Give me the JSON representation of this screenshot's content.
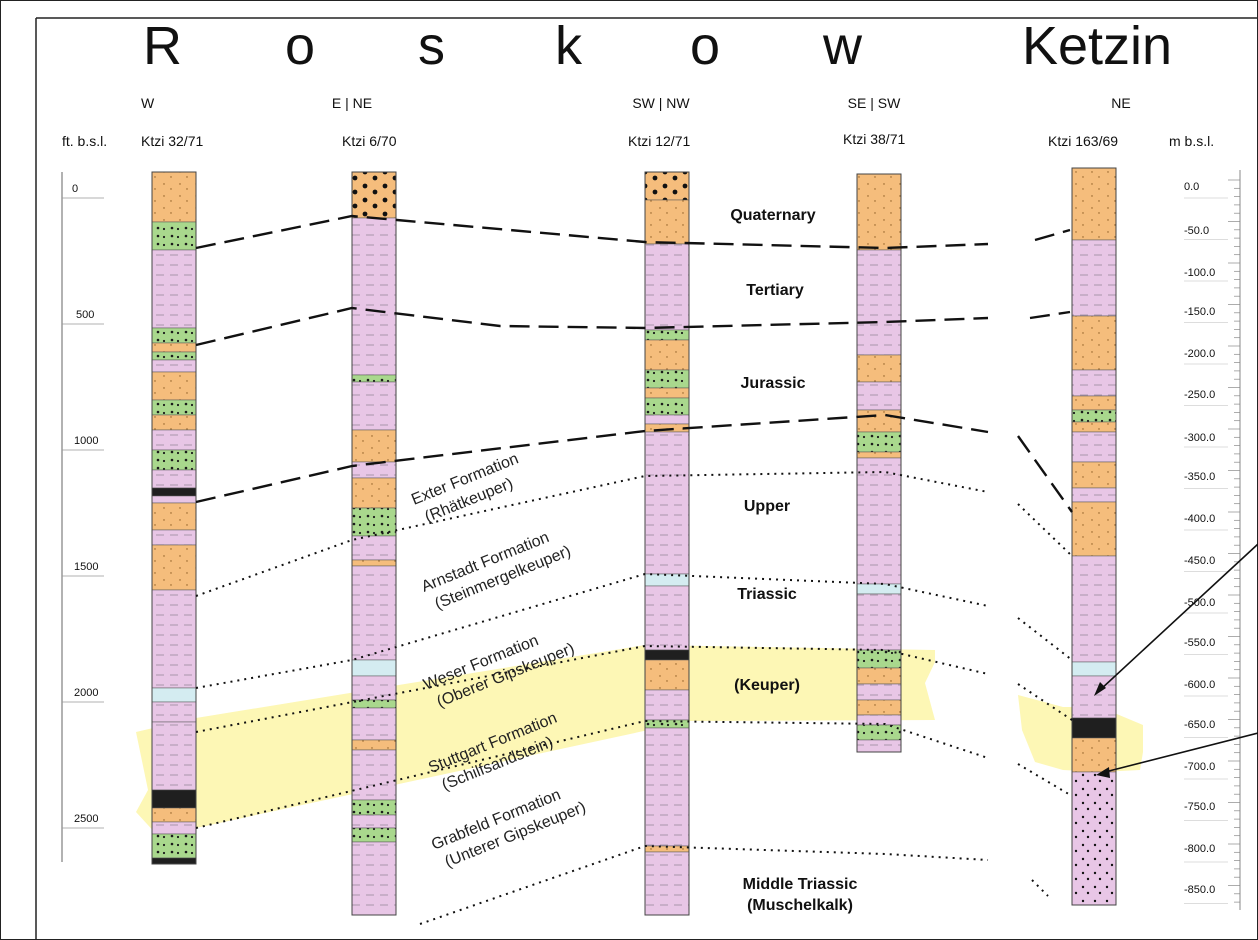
{
  "title": {
    "letters": [
      "R",
      "o",
      "s",
      "k",
      "o",
      "w"
    ],
    "location": "Ketzin"
  },
  "columns": [
    {
      "direction": "W",
      "well": "Ktzi 32/71"
    },
    {
      "direction": "E | NE",
      "well": "Ktzi 6/70"
    },
    {
      "direction": "SW | NW",
      "well": "Ktzi 12/71"
    },
    {
      "direction": "SE | SW",
      "well": "Ktzi 38/71"
    },
    {
      "direction": "NE",
      "well": "Ktzi 163/69"
    }
  ],
  "left_axis": {
    "label": "ft. b.s.l.",
    "ticks": [
      "0",
      "500",
      "1000",
      "1500",
      "2000",
      "2500"
    ]
  },
  "right_axis": {
    "label": "m b.s.l.",
    "ticks": [
      "0.0",
      "-50.0",
      "-100.0",
      "-150.0",
      "-200.0",
      "-250.0",
      "-300.0",
      "-350.0",
      "-400.0",
      "-450.0",
      "-500.0",
      "-550.0",
      "-600.0",
      "-650.0",
      "-700.0",
      "-750.0",
      "-800.0",
      "-850.0"
    ]
  },
  "stratigraphy": {
    "quaternary": "Quaternary",
    "tertiary": "Tertiary",
    "jurassic": "Jurassic",
    "upper": "Upper",
    "triassic": "Triassic",
    "keuper": "(Keuper)",
    "middle_triassic": "Middle Triassic",
    "muschelkalk": "(Muschelkalk)"
  },
  "formations": [
    {
      "name": "Exter Formation",
      "alt": "(Rhätkeuper)"
    },
    {
      "name": "Arnstadt Formation",
      "alt": "(Steinmergelkeuper)"
    },
    {
      "name": "Weser Formation",
      "alt": "(Oberer Gipskeuper)"
    },
    {
      "name": "Stuttgart Formation",
      "alt": "(Schilfsandstein)"
    },
    {
      "name": "Grabfeld Formation",
      "alt": "(Unterer Gipskeuper)"
    }
  ],
  "colors": {
    "shale": "#e8c6e6",
    "sand": "#f5bd7c",
    "green": "#a9d88d",
    "cyan": "#d4ecf1",
    "highlight": "#fdf7b5"
  }
}
